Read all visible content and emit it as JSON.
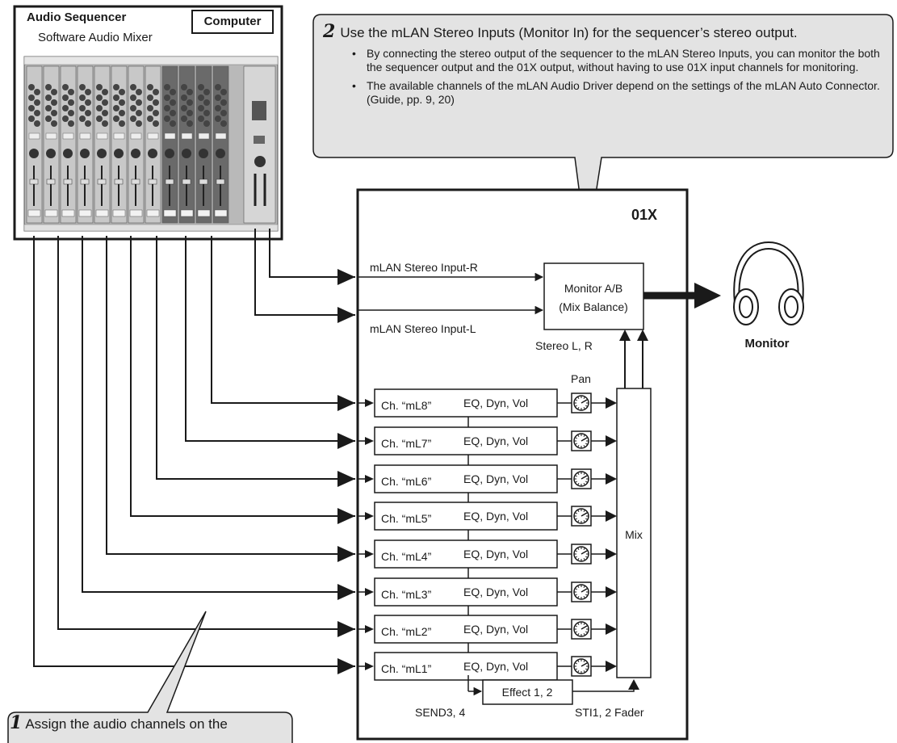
{
  "computer": {
    "title": "Audio Sequencer",
    "subtitle": "Software Audio Mixer",
    "tag": "Computer"
  },
  "step2": {
    "number": "2",
    "heading": "Use the mLAN Stereo Inputs (Monitor In) for the sequencer’s stereo output.",
    "bullets": [
      "By connecting the stereo output of the sequencer to the mLAN Stereo Inputs, you can monitor the both the sequencer output and the 01X output, without having to use 01X input channels for monitoring.",
      "The available channels of the mLAN Audio Driver depend on the settings of the mLAN Auto Connector. (Guide, pp. 9, 20)"
    ]
  },
  "step1": {
    "number": "1",
    "text": "Assign the audio channels on the"
  },
  "device": {
    "name": "01X",
    "stereo_in_r": "mLAN Stereo Input-R",
    "stereo_in_l": "mLAN Stereo Input-L",
    "monitor_box_line1": "Monitor A/B",
    "monitor_box_line2": "(Mix Balance)",
    "stereo_lr": "Stereo L, R",
    "pan": "Pan",
    "mix": "Mix",
    "effect": "Effect 1, 2",
    "send": "SEND3, 4",
    "sti_fader": "STI1, 2 Fader",
    "eq_label": "EQ, Dyn, Vol",
    "channels": [
      "Ch. “mL8”",
      "Ch. “mL7”",
      "Ch. “mL6”",
      "Ch. “mL5”",
      "Ch. “mL4”",
      "Ch. “mL3”",
      "Ch. “mL2”",
      "Ch. “mL1”"
    ]
  },
  "monitor": {
    "label": "Monitor"
  },
  "colors": {
    "line": "#1a1a1a",
    "callout_fill": "#e3e3e3",
    "mixer_panel": "#b9b9b9",
    "mixer_dark": "#3c3c3c"
  }
}
